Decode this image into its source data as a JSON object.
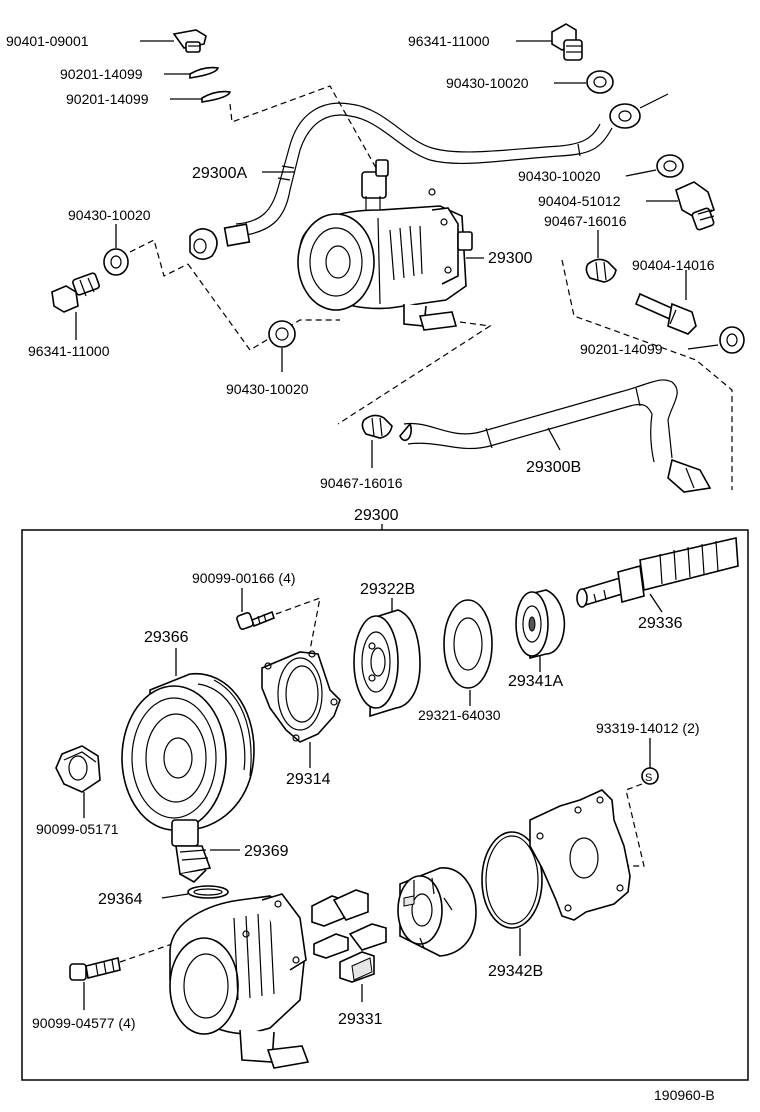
{
  "labels": {
    "top_90401_09001": "90401-09001",
    "top_90201_14099_a": "90201-14099",
    "top_90201_14099_b": "90201-14099",
    "top_96341_11000_r": "96341-11000",
    "top_90430_10020_r1": "90430-10020",
    "top_29300A": "29300A",
    "top_90430_10020_r2": "90430-10020",
    "top_90404_51012": "90404-51012",
    "top_90467_16016_r": "90467-16016",
    "top_90430_10020_l": "90430-10020",
    "top_29300": "29300",
    "top_90404_14016": "90404-14016",
    "top_96341_11000_l": "96341-11000",
    "top_90201_14099_r": "90201-14099",
    "top_90430_10020_c": "90430-10020",
    "top_29300B": "29300B",
    "top_90467_16016_b": "90467-16016",
    "box_title": "29300",
    "bx_90099_00166": "90099-00166 (4)",
    "bx_29322B": "29322B",
    "bx_29366": "29366",
    "bx_29336": "29336",
    "bx_29341A": "29341A",
    "bx_29321_64030": "29321-64030",
    "bx_29314": "29314",
    "bx_93319_14012": "93319-14012 (2)",
    "bx_90099_05171": "90099-05171",
    "bx_29369": "29369",
    "bx_29364": "29364",
    "bx_29342B": "29342B",
    "bx_90099_04577": "90099-04577 (4)",
    "bx_29331": "29331",
    "code": "190960-B"
  }
}
